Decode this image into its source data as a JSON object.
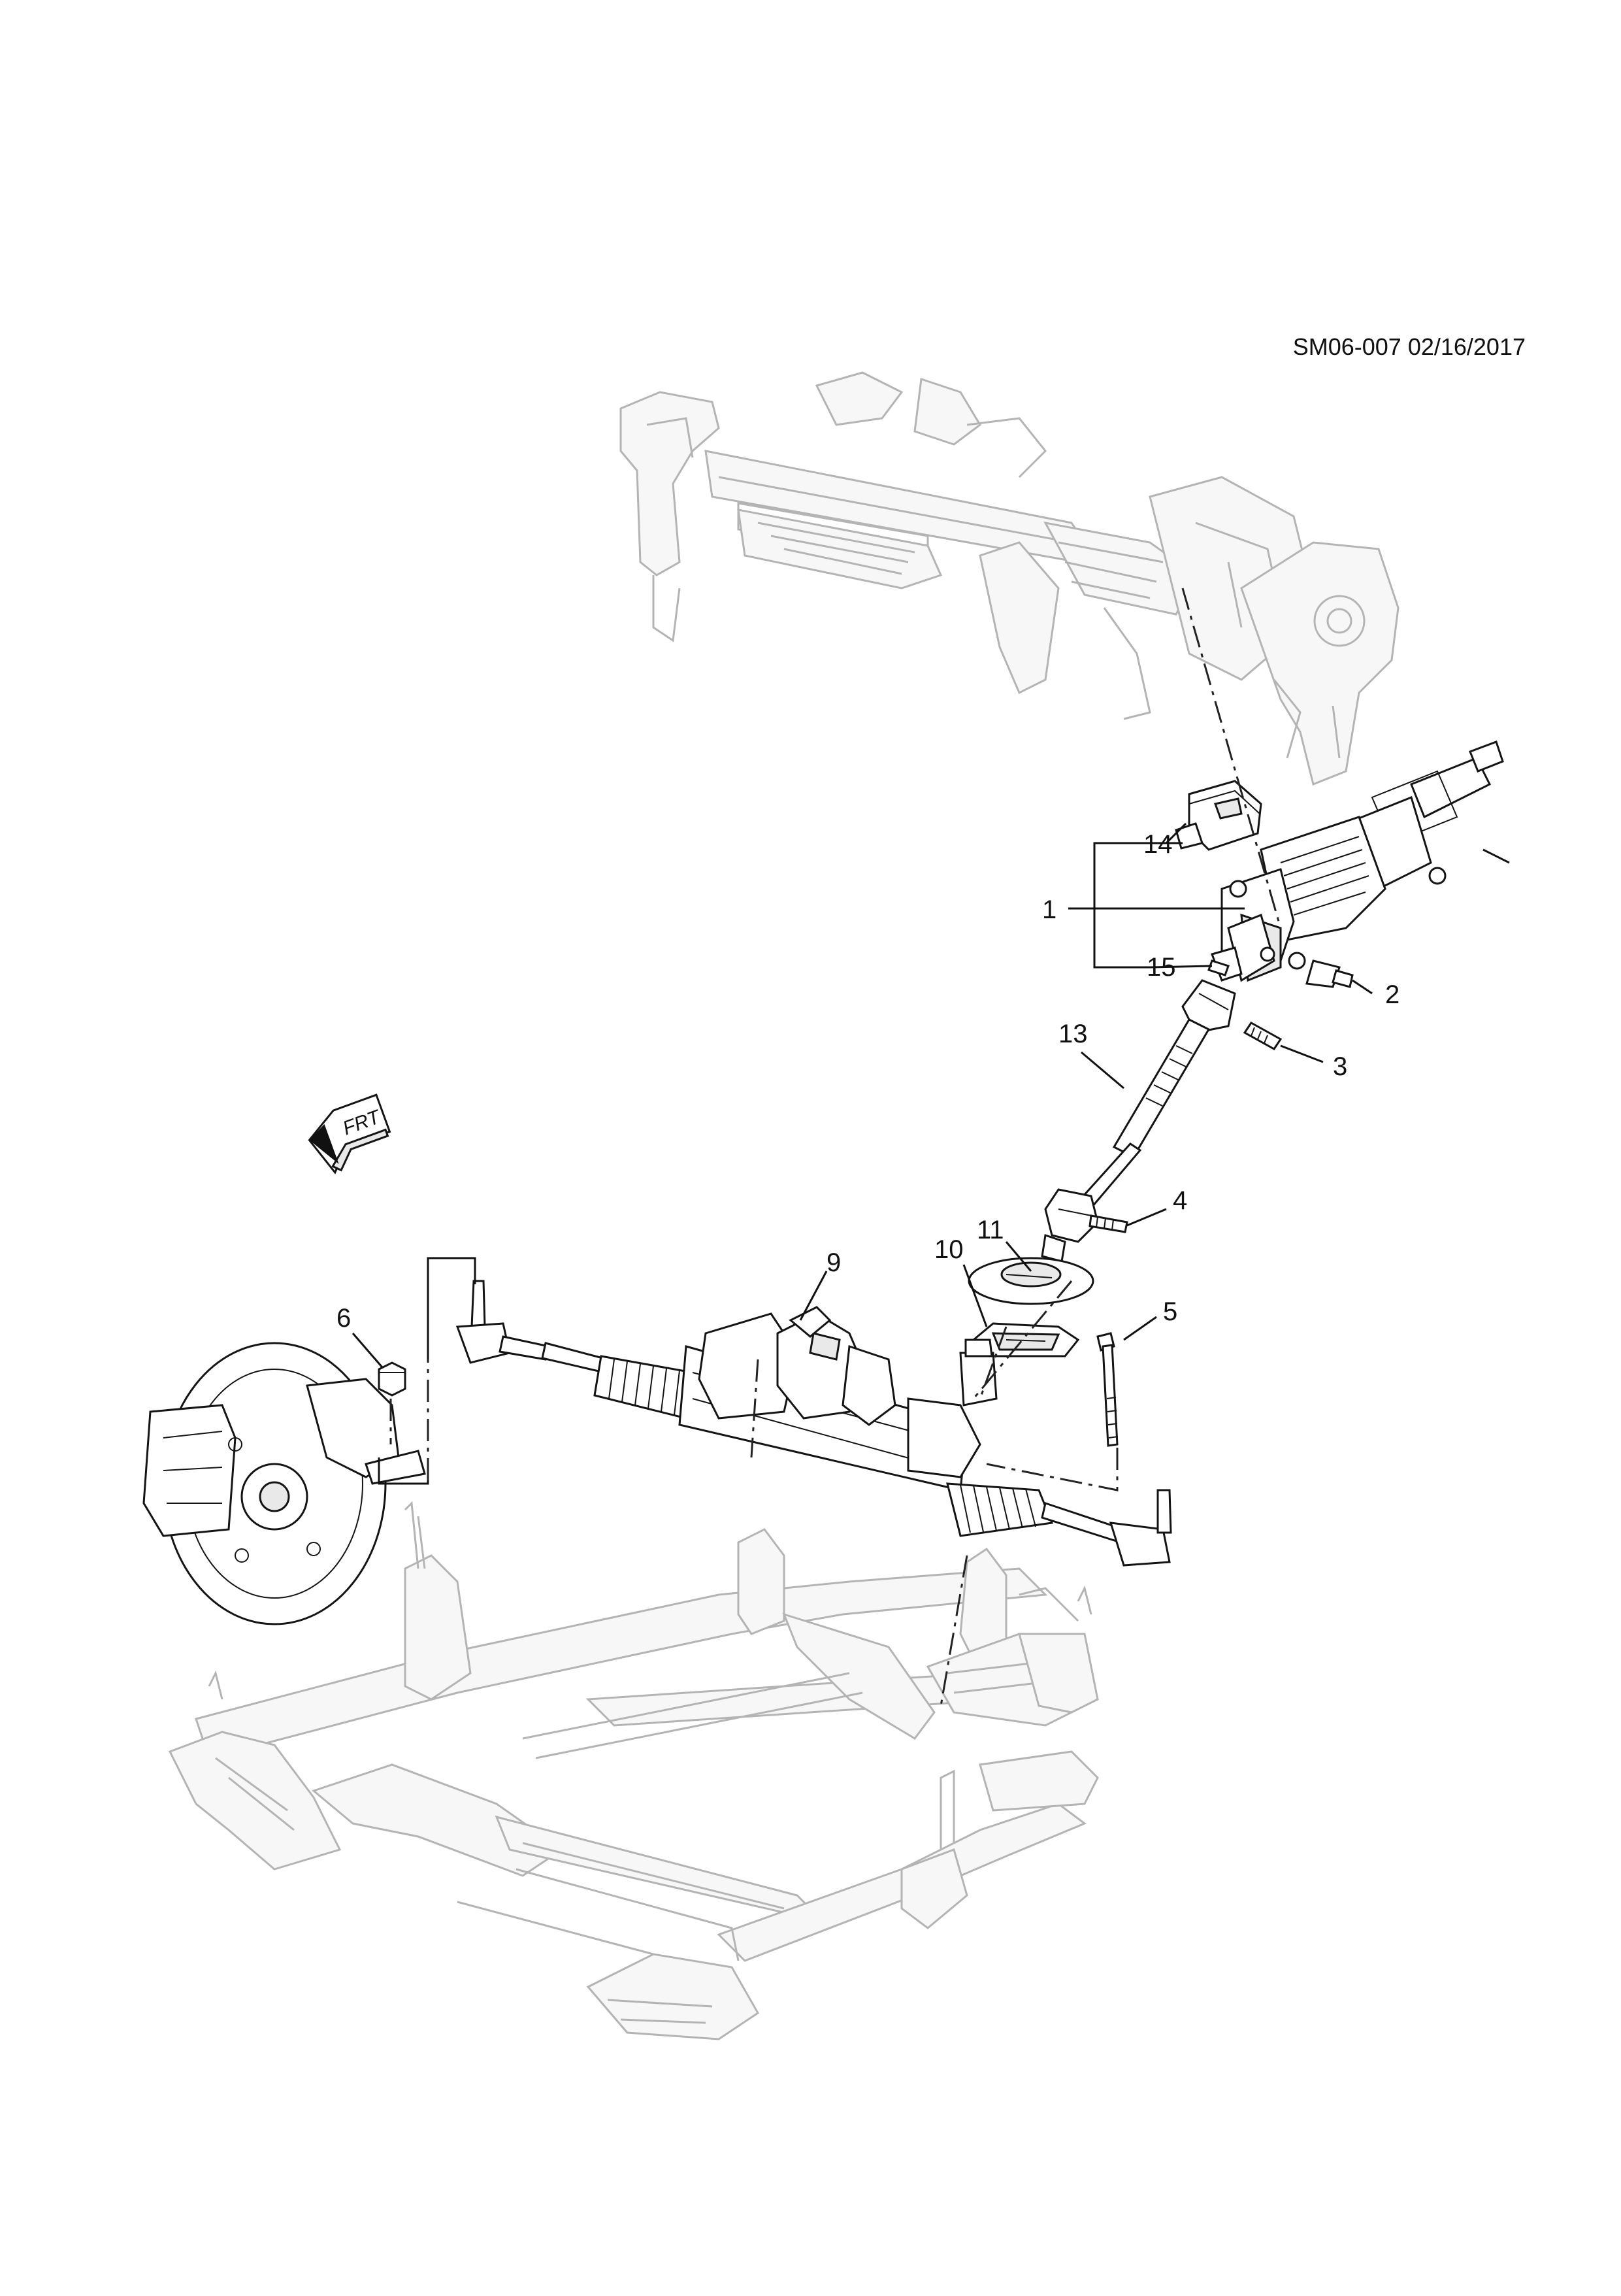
{
  "diagram": {
    "code": "SM06-007 02/16/2017",
    "front_marker": "FRT",
    "callouts": [
      {
        "id": "callout-1",
        "label": "1"
      },
      {
        "id": "callout-2",
        "label": "2"
      },
      {
        "id": "callout-3",
        "label": "3"
      },
      {
        "id": "callout-4",
        "label": "4"
      },
      {
        "id": "callout-5",
        "label": "5"
      },
      {
        "id": "callout-6",
        "label": "6"
      },
      {
        "id": "callout-9",
        "label": "9"
      },
      {
        "id": "callout-10",
        "label": "10"
      },
      {
        "id": "callout-11",
        "label": "11"
      },
      {
        "id": "callout-13",
        "label": "13"
      },
      {
        "id": "callout-14",
        "label": "14"
      },
      {
        "id": "callout-15",
        "label": "15"
      }
    ]
  }
}
